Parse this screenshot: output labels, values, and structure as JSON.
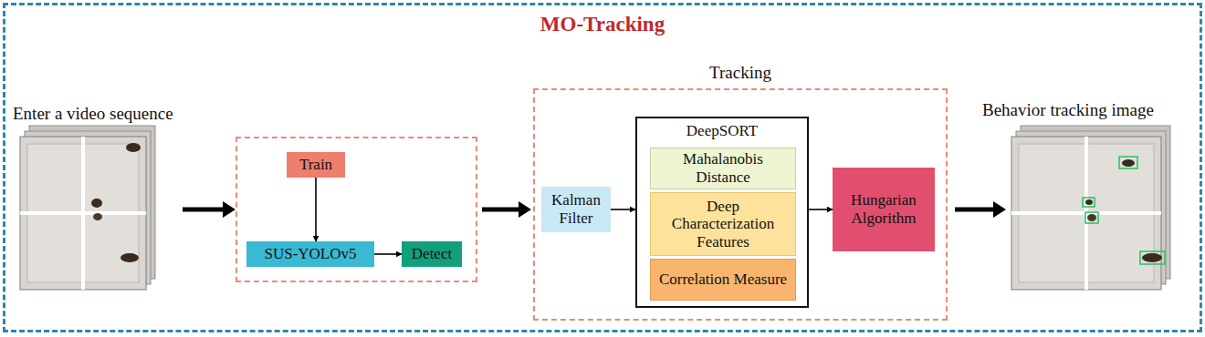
{
  "diagram": {
    "nodes": [
      {
        "text": [
          "MO-Tracking"
        ]
      },
      {
        "text": [
          "Train"
        ],
        "in": 0
      },
      {
        "text": [
          "SUS-YOLOv5"
        ],
        "in": 0
      },
      {
        "text": [
          "Detect"
        ],
        "in": 0
      },
      {
        "text": [
          "Tracking"
        ],
        "in": 0
      },
      {
        "text": [
          "Kalman Filter"
        ],
        "in": 4
      },
      {
        "text": [
          "DeepSORT"
        ],
        "in": 4
      },
      {
        "text": [
          "Mahalanobis Distance"
        ],
        "in": 6
      },
      {
        "text": [
          "Deep Characterization Features"
        ],
        "in": 6
      },
      {
        "text": [
          "Correlation Measure"
        ],
        "in": 6
      },
      {
        "text": [
          "Hungarian Algorithm"
        ],
        "in": 4
      }
    ],
    "edges": [
      {
        "from": 1,
        "to": 2,
        "arrow": "to"
      },
      {
        "from": 2,
        "to": 3,
        "arrow": "to"
      },
      {
        "from": 5,
        "to": 6,
        "arrow": "to"
      },
      {
        "from": 6,
        "to": 10,
        "arrow": "to"
      }
    ],
    "labels": [
      "Enter a video sequence",
      "Behavior tracking image"
    ]
  }
}
